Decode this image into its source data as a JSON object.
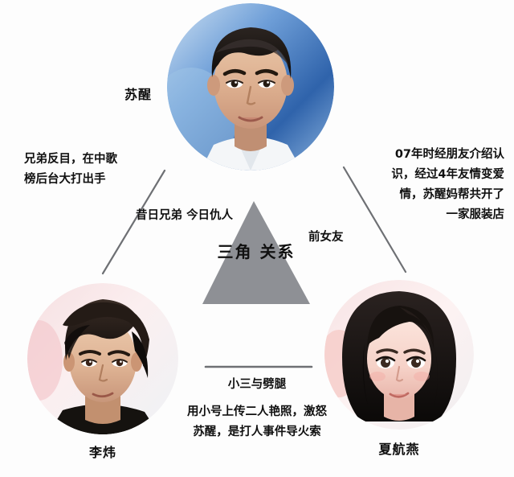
{
  "diagram": {
    "title": "三角关系",
    "center": {
      "shape": "triangle",
      "fill_color": "#8e9095",
      "label_lines": [
        "三角",
        "关系"
      ]
    },
    "nodes": [
      {
        "id": "top",
        "name": "苏醒",
        "photo_description": "男性头像，蓝色渐变背景，白色衬衫领"
      },
      {
        "id": "bottom-left",
        "name": "李炜",
        "photo_description": "男性头像，深色刘海，浅粉白背景，黑色上衣"
      },
      {
        "id": "bottom-right",
        "name": "夏航燕",
        "photo_description": "女性头像，黑色短发，粉白背景"
      }
    ],
    "edges": [
      {
        "id": "edge-left",
        "relation_lines": [
          "昔日兄弟",
          "今日仇人"
        ],
        "description_lines": [
          "兄弟反目，在中歌",
          "榜后台大打出手"
        ]
      },
      {
        "id": "edge-right",
        "relation_lines": [
          "前女友"
        ],
        "description_lines": [
          "07年时经朋友介绍认",
          "识，经过4年友情变爱",
          "情，苏醒妈帮共开了",
          "一家服装店"
        ]
      },
      {
        "id": "edge-bottom",
        "relation_lines": [
          "小三与劈腿"
        ],
        "description_lines": [
          "用小号上传二人艳照，激怒",
          "苏醒，是打人事件导火索"
        ]
      }
    ],
    "colors": {
      "line": "#6e7074",
      "triangle": "#8e9095",
      "text": "#101010",
      "background": "#fdfdfd"
    }
  }
}
